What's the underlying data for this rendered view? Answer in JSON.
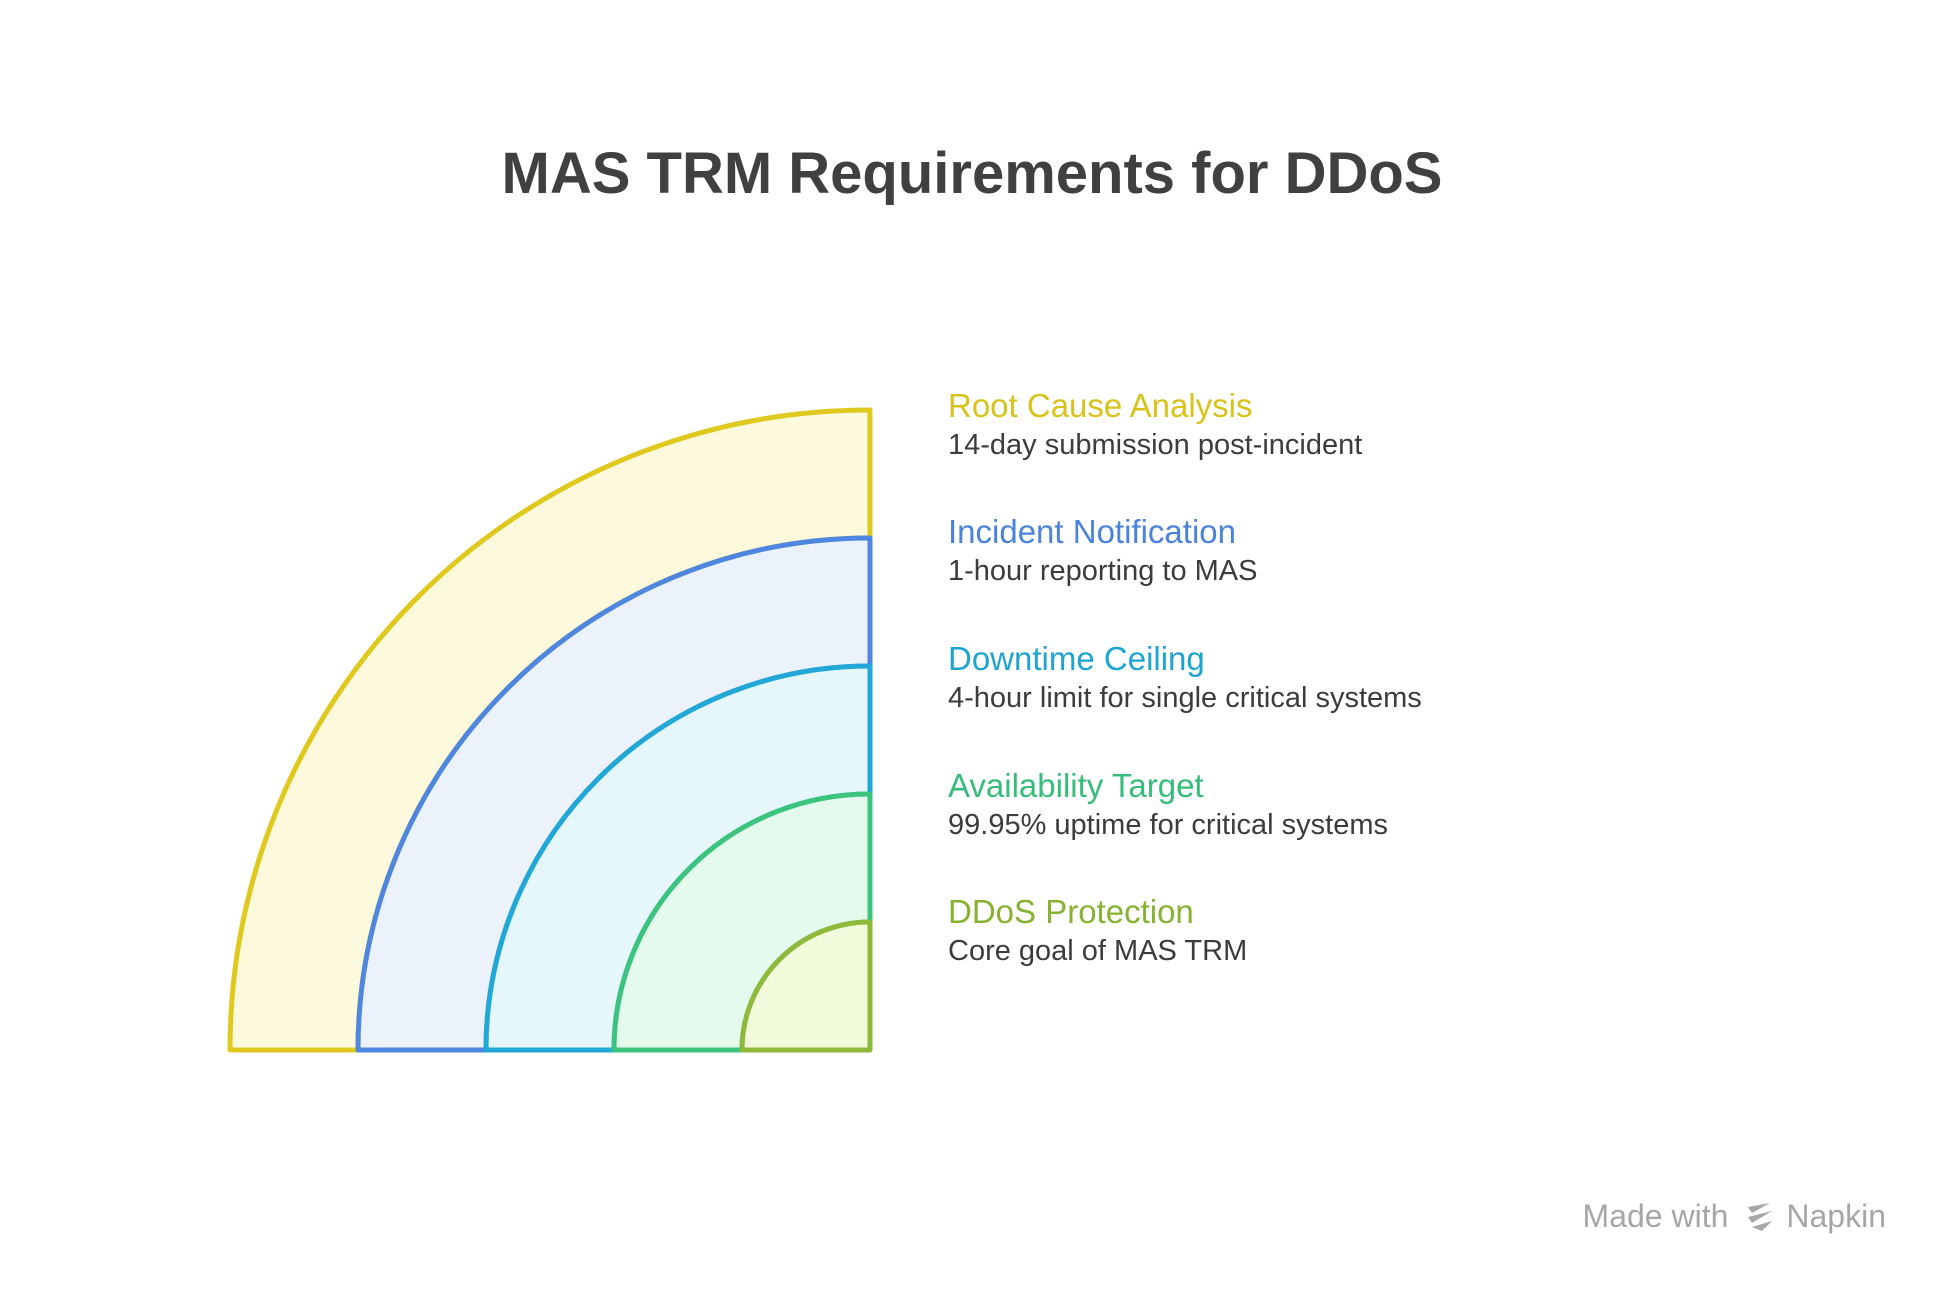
{
  "title": "MAS TRM Requirements for DDoS",
  "layers": [
    {
      "heading": "Root Cause Analysis",
      "description": "14-day submission post-incident",
      "stroke": "#e0c91f",
      "fill": "#fdf9dc",
      "text_color": "#d9c21a"
    },
    {
      "heading": "Incident Notification",
      "description": "1-hour reporting to MAS",
      "stroke": "#4f86e0",
      "fill": "#ecf2fc",
      "text_color": "#4a82de"
    },
    {
      "heading": "Downtime Ceiling",
      "description": "4-hour limit for single critical systems",
      "stroke": "#22a8d6",
      "fill": "#e6f7fc",
      "text_color": "#1ea4d2"
    },
    {
      "heading": "Availability Target",
      "description": "99.95% uptime for critical systems",
      "stroke": "#3cc47f",
      "fill": "#e3faec",
      "text_color": "#36bd79"
    },
    {
      "heading": "DDoS Protection",
      "description": "Core goal of MAS TRM",
      "stroke": "#8eb93a",
      "fill": "#f1fbdc",
      "text_color": "#86b331"
    }
  ],
  "watermark": {
    "prefix": "Made with",
    "brand": "Napkin"
  }
}
